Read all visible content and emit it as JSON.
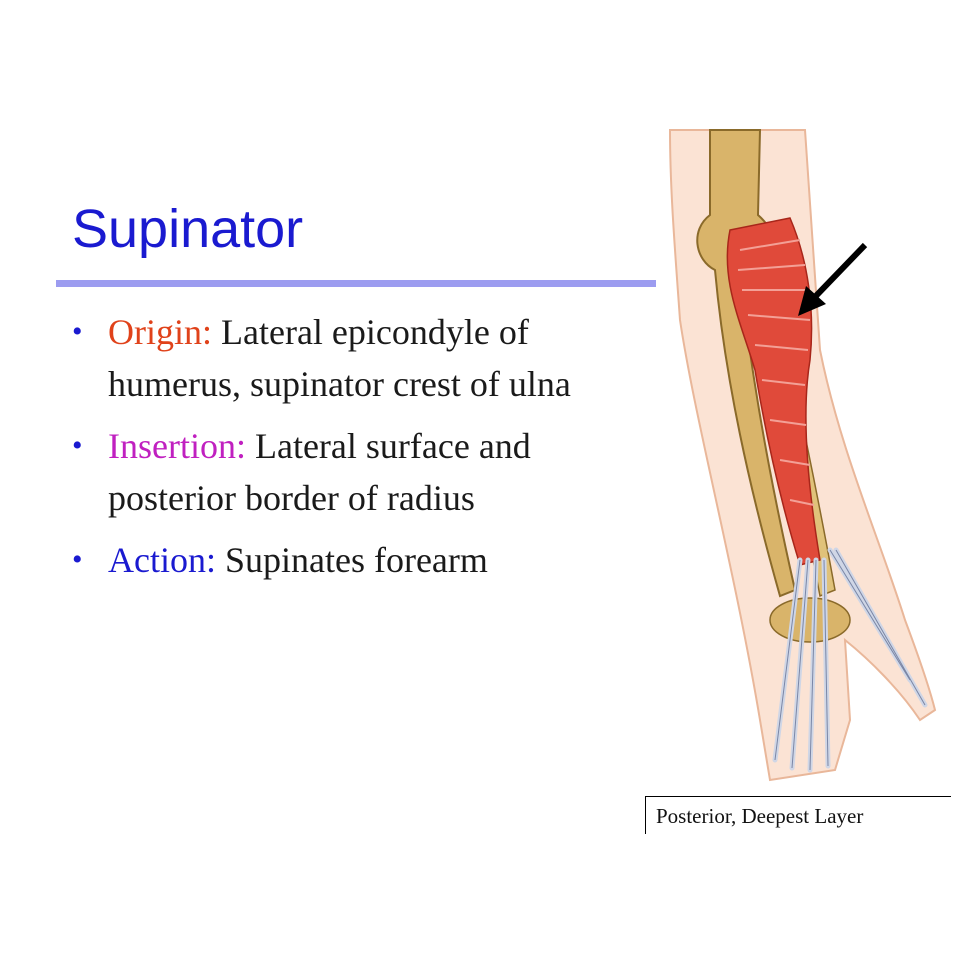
{
  "slide": {
    "title": "Supinator",
    "bullets": [
      {
        "label": "Origin:",
        "text": "Lateral epicondyle of humerus, supinator crest of ulna"
      },
      {
        "label": "Insertion:",
        "text": "Lateral surface and posterior border of radius"
      },
      {
        "label": "Action:",
        "text": "Supinates forearm"
      }
    ],
    "bullet_symbol": "•",
    "figure": {
      "icon": "forearm-anatomy-illustration",
      "caption": "Posterior, Deepest Layer"
    },
    "colors": {
      "title": "#1a1ad0",
      "rule": "#9c9cf0",
      "origin_label": "#e0421a",
      "insertion_label": "#c020c0",
      "action_label": "#1a1ad0",
      "muscle": "#e04a3a",
      "bone": "#d9b46a"
    }
  }
}
